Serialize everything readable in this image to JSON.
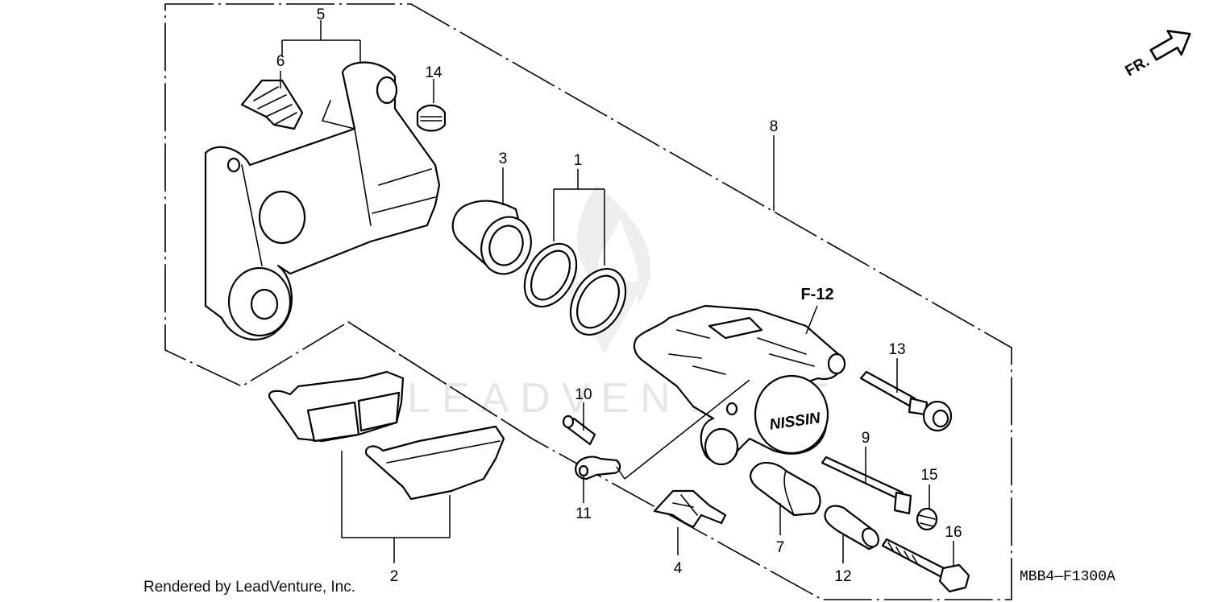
{
  "diagram": {
    "callouts": [
      {
        "id": "c1",
        "text": "1"
      },
      {
        "id": "c2",
        "text": "2"
      },
      {
        "id": "c3",
        "text": "3"
      },
      {
        "id": "c4",
        "text": "4"
      },
      {
        "id": "c5",
        "text": "5"
      },
      {
        "id": "c6",
        "text": "6"
      },
      {
        "id": "c7",
        "text": "7"
      },
      {
        "id": "c8",
        "text": "8"
      },
      {
        "id": "c9",
        "text": "9"
      },
      {
        "id": "c10",
        "text": "10"
      },
      {
        "id": "c11",
        "text": "11"
      },
      {
        "id": "c12",
        "text": "12"
      },
      {
        "id": "c13",
        "text": "13"
      },
      {
        "id": "c14",
        "text": "14"
      },
      {
        "id": "c15",
        "text": "15"
      },
      {
        "id": "c16",
        "text": "16"
      }
    ],
    "reference_label": "F-12",
    "direction_label": "FR.",
    "caliper_logo_text": "NISSIN",
    "diagram_code": "MBB4—F1300A",
    "footer_credit": "Rendered by LeadVenture, Inc.",
    "watermark_text": "LEADVENTURE"
  }
}
